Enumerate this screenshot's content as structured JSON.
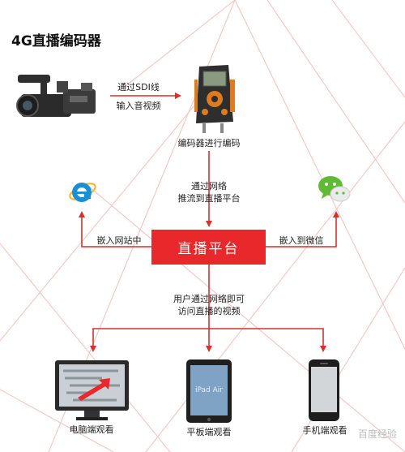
{
  "title": "4G直播编码器",
  "labels": {
    "sdi_line1": "通过SDI线",
    "sdi_line2": "输入音视频",
    "encoder": "编码器进行编码",
    "push_line1": "通过网络",
    "push_line2": "推流到直播平台",
    "embed_web": "嵌入网站中",
    "embed_wechat": "嵌入到微信",
    "user_line1": "用户通过网络即可",
    "user_line2": "访问直播的视频",
    "pc": "电脑端观看",
    "tablet": "平板端观看",
    "phone": "手机端观看"
  },
  "platform": "直播平台",
  "tablet_screen": "iPad Air",
  "watermark": "百度经验",
  "colors": {
    "accent": "#e8282a",
    "arrow": "#d9302c",
    "grid": "#f2c9c9"
  },
  "icons": [
    "camcorder-icon",
    "encoder-device-icon",
    "ie-browser-icon",
    "wechat-icon",
    "monitor-icon",
    "tablet-icon",
    "phone-icon"
  ]
}
